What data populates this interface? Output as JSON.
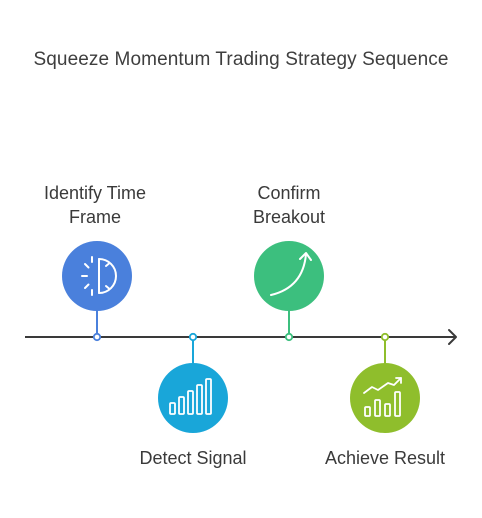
{
  "title": "Squeeze Momentum Trading Strategy Sequence",
  "steps": [
    {
      "label_line1": "Identify Time",
      "label_line2": "Frame",
      "color": "#4a80dc",
      "icon": "stopwatch-icon",
      "position": "above"
    },
    {
      "label_line1": "Detect Signal",
      "label_line2": "",
      "color": "#19a6d9",
      "icon": "signal-bars-icon",
      "position": "below"
    },
    {
      "label_line1": "Confirm",
      "label_line2": "Breakout",
      "color": "#3cbf7e",
      "icon": "curved-arrow-up-icon",
      "position": "above"
    },
    {
      "label_line1": "Achieve Result",
      "label_line2": "",
      "color": "#8fbe2c",
      "icon": "growth-chart-icon",
      "position": "below"
    }
  ],
  "colors": {
    "axis": "#3a3a3a",
    "text": "#3a3a3a"
  }
}
